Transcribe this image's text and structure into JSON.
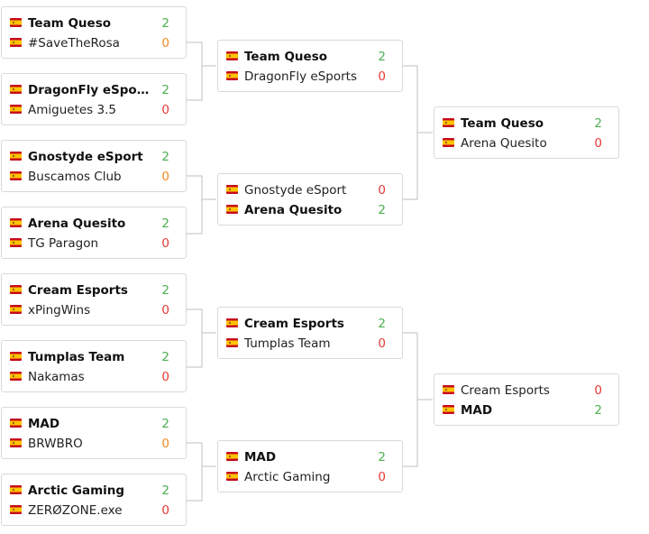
{
  "colors": {
    "win": "#4caf50",
    "lose": "#e53935",
    "lose_alt": "#ef8a22",
    "border": "#d9d9d9",
    "connector": "#bfbfbf"
  },
  "icons": {
    "team_flag": "spain-flag-icon"
  },
  "round1": [
    {
      "teams": [
        {
          "name": "Team Queso",
          "score": "2",
          "winner": true,
          "score_style": "win"
        },
        {
          "name": "#SaveTheRosa",
          "score": "0",
          "winner": false,
          "score_style": "dnf"
        }
      ]
    },
    {
      "teams": [
        {
          "name": "DragonFly eSports",
          "score": "2",
          "winner": true,
          "score_style": "win"
        },
        {
          "name": "Amiguetes 3.5",
          "score": "0",
          "winner": false,
          "score_style": "lose"
        }
      ]
    },
    {
      "teams": [
        {
          "name": "Gnostyde eSport",
          "score": "2",
          "winner": true,
          "score_style": "win"
        },
        {
          "name": "Buscamos Club",
          "score": "0",
          "winner": false,
          "score_style": "dnf"
        }
      ]
    },
    {
      "teams": [
        {
          "name": "Arena Quesito",
          "score": "2",
          "winner": true,
          "score_style": "win"
        },
        {
          "name": "TG Paragon",
          "score": "0",
          "winner": false,
          "score_style": "lose"
        }
      ]
    },
    {
      "teams": [
        {
          "name": "Cream Esports",
          "score": "2",
          "winner": true,
          "score_style": "win"
        },
        {
          "name": "xPingWins",
          "score": "0",
          "winner": false,
          "score_style": "lose"
        }
      ]
    },
    {
      "teams": [
        {
          "name": "Tumplas Team",
          "score": "2",
          "winner": true,
          "score_style": "win"
        },
        {
          "name": "Nakamas",
          "score": "0",
          "winner": false,
          "score_style": "lose"
        }
      ]
    },
    {
      "teams": [
        {
          "name": "MAD",
          "score": "2",
          "winner": true,
          "score_style": "win"
        },
        {
          "name": "BRWBRO",
          "score": "0",
          "winner": false,
          "score_style": "dnf"
        }
      ]
    },
    {
      "teams": [
        {
          "name": "Arctic Gaming",
          "score": "2",
          "winner": true,
          "score_style": "win"
        },
        {
          "name": "ZERØZONE.exe",
          "score": "0",
          "winner": false,
          "score_style": "lose"
        }
      ]
    }
  ],
  "round2": [
    {
      "teams": [
        {
          "name": "Team Queso",
          "score": "2",
          "winner": true,
          "score_style": "win"
        },
        {
          "name": "DragonFly eSports",
          "score": "0",
          "winner": false,
          "score_style": "lose"
        }
      ]
    },
    {
      "teams": [
        {
          "name": "Gnostyde eSport",
          "score": "0",
          "winner": false,
          "score_style": "lose"
        },
        {
          "name": "Arena Quesito",
          "score": "2",
          "winner": true,
          "score_style": "win"
        }
      ]
    },
    {
      "teams": [
        {
          "name": "Cream Esports",
          "score": "2",
          "winner": true,
          "score_style": "win"
        },
        {
          "name": "Tumplas Team",
          "score": "0",
          "winner": false,
          "score_style": "lose"
        }
      ]
    },
    {
      "teams": [
        {
          "name": "MAD",
          "score": "2",
          "winner": true,
          "score_style": "win"
        },
        {
          "name": "Arctic Gaming",
          "score": "0",
          "winner": false,
          "score_style": "lose"
        }
      ]
    }
  ],
  "round3": [
    {
      "teams": [
        {
          "name": "Team Queso",
          "score": "2",
          "winner": true,
          "score_style": "win"
        },
        {
          "name": "Arena Quesito",
          "score": "0",
          "winner": false,
          "score_style": "lose"
        }
      ]
    },
    {
      "teams": [
        {
          "name": "Cream Esports",
          "score": "0",
          "winner": false,
          "score_style": "lose"
        },
        {
          "name": "MAD",
          "score": "2",
          "winner": true,
          "score_style": "win"
        }
      ]
    }
  ]
}
